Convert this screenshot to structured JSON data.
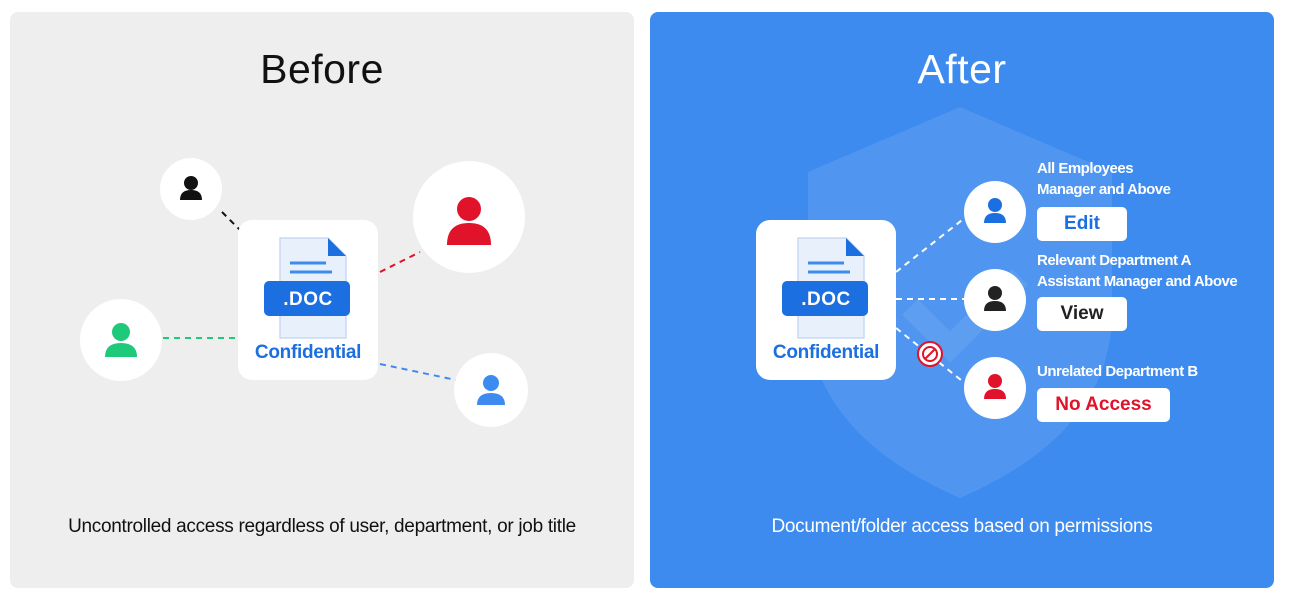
{
  "before": {
    "title": "Before",
    "caption": "Uncontrolled access regardless of user, department, or job title",
    "doc": {
      "badge": ".DOC",
      "label": "Confidential"
    }
  },
  "after": {
    "title": "After",
    "caption": "Document/folder access based on permissions",
    "doc": {
      "badge": ".DOC",
      "label": "Confidential"
    },
    "permissions": [
      {
        "lines": [
          "All Employees",
          "Manager and Above"
        ],
        "access": "Edit",
        "color": "#1b6fe0"
      },
      {
        "lines": [
          "Relevant Department A",
          "Assistant Manager and Above"
        ],
        "access": "View",
        "color": "#222222"
      },
      {
        "lines": [
          "Unrelated Department B"
        ],
        "access": "No Access",
        "color": "#e0132a"
      }
    ]
  },
  "colors": {
    "before_bg": "#eeeeee",
    "after_bg": "#3d8bef",
    "doc_blue": "#1b6fe0",
    "user_black": "#111111",
    "user_red": "#e0132a",
    "user_green": "#1ec97a",
    "user_blue": "#3d8bef"
  }
}
